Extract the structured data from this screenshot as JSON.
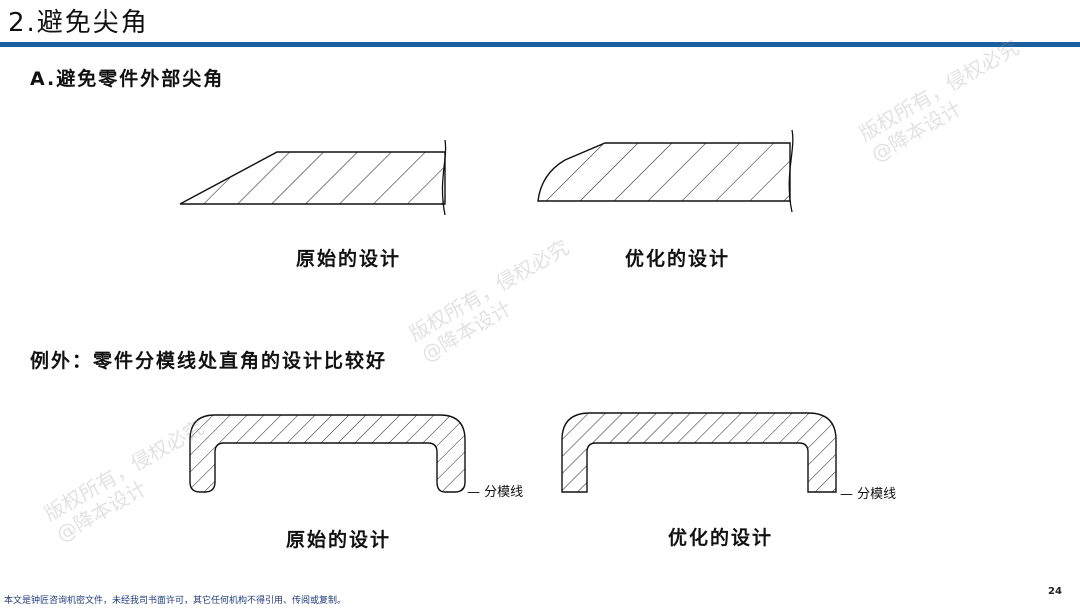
{
  "slide": {
    "title": "2.避免尖角",
    "section_a": "A.避免零件外部尖角",
    "section_b": "例外：零件分模线处直角的设计比较好",
    "top_left_caption": "原始的设计",
    "top_right_caption": "优化的设计",
    "bottom_left_caption": "原始的设计",
    "bottom_right_caption": "优化的设计",
    "parting_line_left": "— 分模线",
    "parting_line_right": "— 分模线",
    "footer_notice": "本文是钟匠咨询机密文件，未经我司书面许可，其它任何机构不得引用、传阅或复制。",
    "page_number": "24",
    "watermark_line1": "版权所有，侵权必究",
    "watermark_line2": "@降本设计",
    "accent_color": "#1a5f9e"
  }
}
